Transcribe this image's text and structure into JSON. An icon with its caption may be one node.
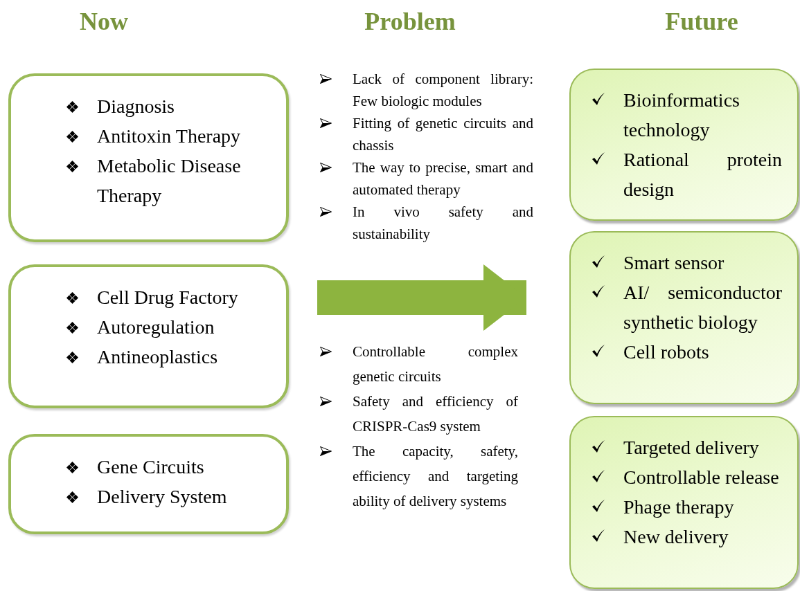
{
  "diagram": {
    "nodes": [
      {
        "text": [
          "Diagnosis",
          "Antitoxin Therapy",
          "Metabolic Disease Therapy"
        ]
      },
      {
        "text": [
          "Cell Drug Factory",
          "Autoregulation",
          "Antineoplastics"
        ]
      },
      {
        "text": [
          "Gene Circuits",
          "Delivery System"
        ]
      },
      {
        "text": [
          "Bioinformatics technology",
          "Rational protein design"
        ]
      },
      {
        "text": [
          "Smart sensor",
          "AI/ semiconductor synthetic biology",
          "Cell robots"
        ]
      },
      {
        "text": [
          "Targeted delivery",
          "Controllable release",
          "Phage therapy",
          "New delivery"
        ]
      }
    ],
    "edges": [
      {
        "from": null,
        "to": 4,
        "arrow": "to"
      }
    ],
    "labels": [
      "Now",
      "Problem",
      "Future",
      "Lack of component library: Few biologic modules",
      "Fitting of genetic circuits and chassis",
      "The way to precise, smart and automated therapy",
      "In vivo safety and sustainability",
      "Controllable complex genetic circuits",
      "Safety and efficiency of CRISPR-Cas9 system",
      "The capacity, safety, efficiency and targeting ability of delivery systems"
    ]
  }
}
